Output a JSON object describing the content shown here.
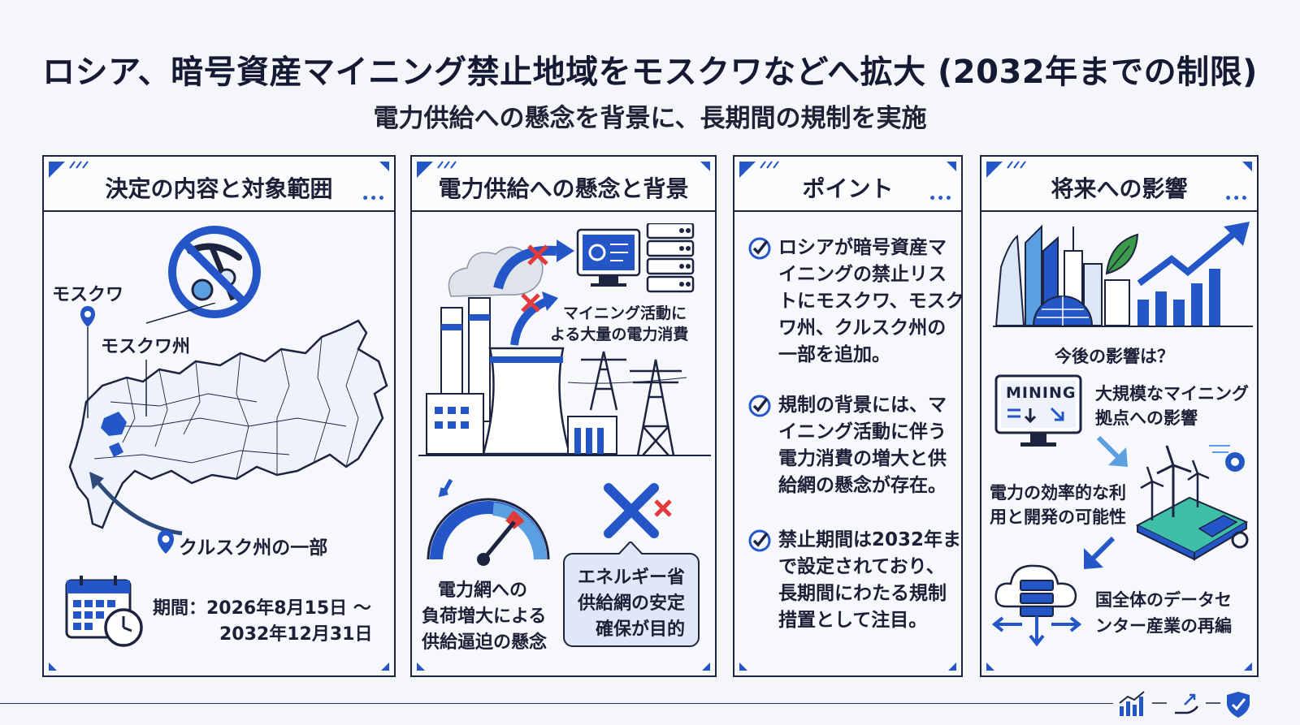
{
  "title": "ロシア、暗号資産マイニング禁止地域をモスクワなどへ拡大 (2032年までの制限)",
  "subtitle": "電力供給への懸念を背景に、長期間の規制を実施",
  "panel1": {
    "heading": "決定の内容と対象範囲",
    "label_moscow": "モスクワ",
    "label_moscow_oblast": "モスクワ州",
    "label_kursk": "クルスク州の一部",
    "period_line1": "期間：2026年8月15日 〜",
    "period_line2": "2032年12月31日"
  },
  "panel2": {
    "heading": "電力供給への懸念と背景",
    "mining_line1": "マイニング活動に",
    "mining_line2": "よる大量の電力消費",
    "grid_line1": "電力網への",
    "grid_line2": "負荷増大による",
    "grid_line3": "供給逼迫の懸念",
    "energy_line1": "エネルギー省",
    "energy_line2": "供給網の安定",
    "energy_line3": "確保が目的"
  },
  "panel3": {
    "heading": "ポイント",
    "points": [
      [
        "ロシアが暗号資産マ",
        "イニングの禁止リス",
        "トにモスクワ、モスク",
        "ワ州、クルスク州の",
        "一部を追加。"
      ],
      [
        "規制の背景には、マ",
        "イニング活動に伴う",
        "電力消費の増大と供",
        "給網の懸念が存在。"
      ],
      [
        "禁止期間は2032年ま",
        "で設定されており、",
        "長期間にわたる規制",
        "措置として注目。"
      ]
    ]
  },
  "panel4": {
    "heading": "将来への影響",
    "question": "今後の影響は？",
    "mining_screen": "MINING",
    "impact1_line1": "大規模なマイニング",
    "impact1_line2": "拠点への影響",
    "impact2_line1": "電力の効率的な利",
    "impact2_line2": "用と開発の可能性",
    "impact3_line1": "国全体のデータセ",
    "impact3_line2": "ンター産業の再編"
  },
  "colors": {
    "accent_blue": "#2456c8",
    "navy": "#1c2440",
    "light_blue": "#5aa0e0",
    "red": "#e03a3a",
    "green": "#3d9a4a"
  }
}
